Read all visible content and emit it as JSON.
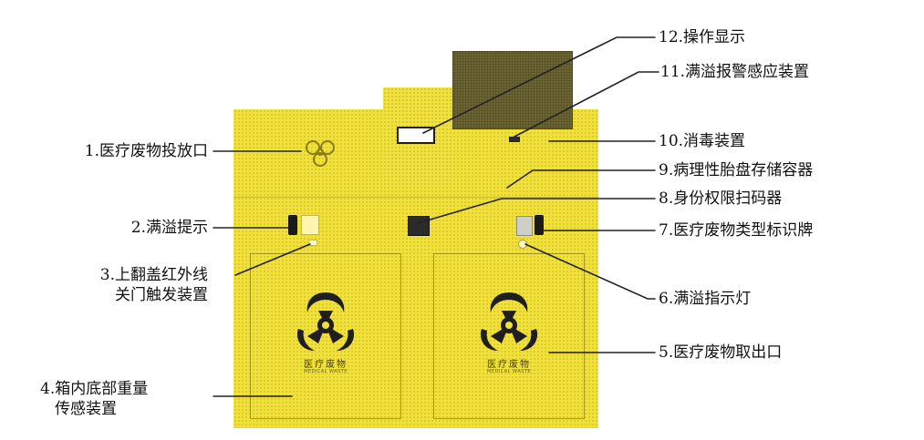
{
  "labels": {
    "l1": "1.医疗废物投放口",
    "l2": "2.满溢提示",
    "l3_line1": "3.上翻盖红外线",
    "l3_line2": "关门触发装置",
    "l4_line1": "4.箱内底部重量",
    "l4_line2": "传感装置",
    "l5": "5.医疗废物取出口",
    "l6": "6.满溢指示灯",
    "l7": "7.医疗废物类型标识牌",
    "l8": "8.身份权限扫码器",
    "l9": "9.病理性胎盘存储容器",
    "l10": "10.消毒装置",
    "l11": "11.满溢报警感应装置",
    "l12": "12.操作显示"
  },
  "bin": {
    "text": "医疗废物",
    "subtext": "MEDICAL WASTE"
  },
  "icons": {
    "biohazard": "biohazard-icon"
  },
  "colors": {
    "cabinet": "#f1e13a",
    "screen": "#6e6535",
    "leader": "#222222"
  }
}
